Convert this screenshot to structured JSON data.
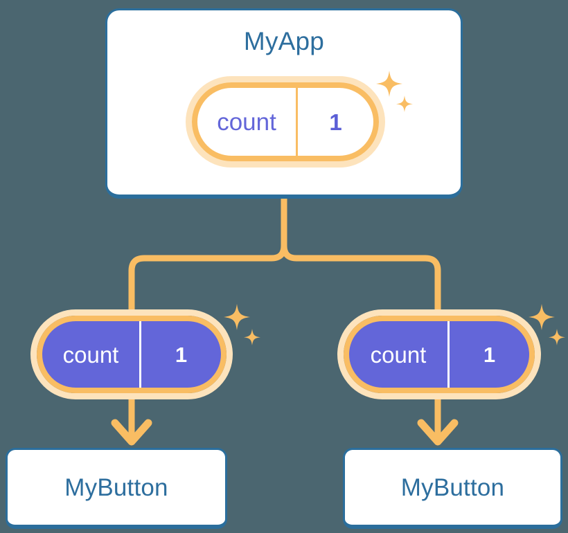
{
  "diagram": {
    "title_node": {
      "label": "MyApp",
      "state": {
        "key": "count",
        "value": "1"
      }
    },
    "branches": [
      {
        "state": {
          "key": "count",
          "value": "1"
        },
        "child_label": "MyButton"
      },
      {
        "state": {
          "key": "count",
          "value": "1"
        },
        "child_label": "MyButton"
      }
    ],
    "icons": {
      "sparkle_large": "sparkle-icon",
      "sparkle_small": "sparkle-icon",
      "arrow_down": "arrow-down-icon",
      "tree_connector": "tree-branch-connector"
    },
    "colors": {
      "background": "#4b6670",
      "card_border": "#2b6e9c",
      "card_fill": "#ffffff",
      "title_text": "#2d6e9e",
      "accent_orange": "#f9bd63",
      "accent_orange_halo": "#fde3bc",
      "state_purple": "#6366d9",
      "state_text_on_light": "#6366d9",
      "state_text_on_purple": "#ffffff"
    }
  }
}
